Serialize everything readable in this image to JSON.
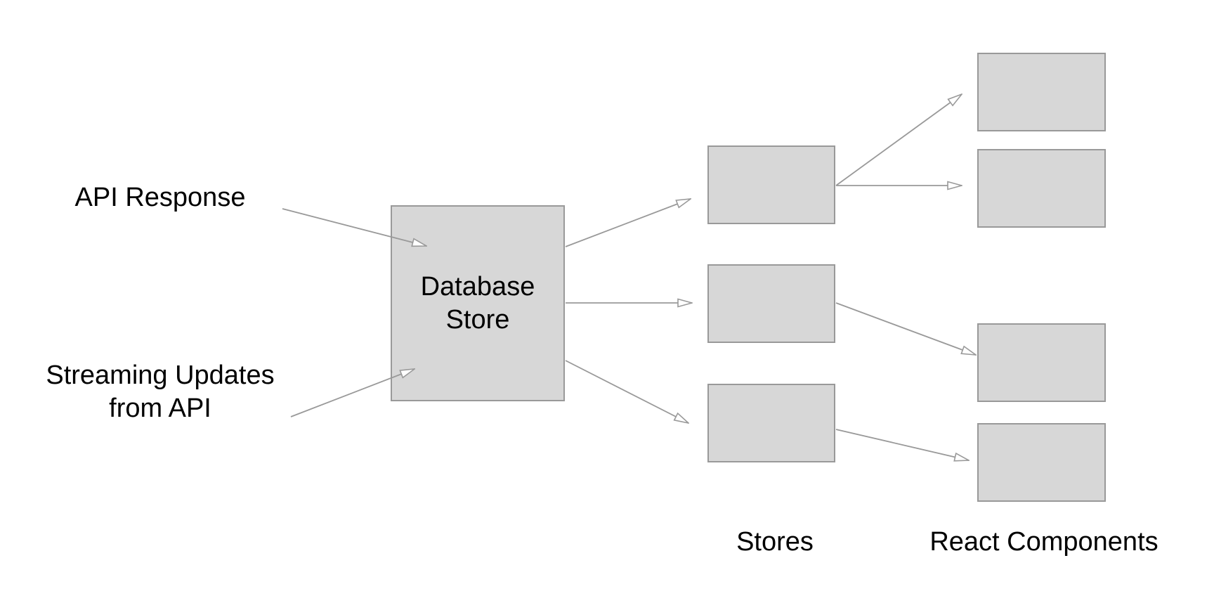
{
  "colors": {
    "box_fill": "#d7d7d7",
    "box_stroke": "#999999",
    "arrow": "#999999",
    "text": "#000000",
    "background": "#ffffff"
  },
  "inputs": {
    "api_response": "API Response",
    "streaming_line1": "Streaming Updates",
    "streaming_line2": "from API"
  },
  "database_store": {
    "line1": "Database",
    "line2": "Store"
  },
  "columns": {
    "stores": "Stores",
    "react_components": "React Components"
  }
}
